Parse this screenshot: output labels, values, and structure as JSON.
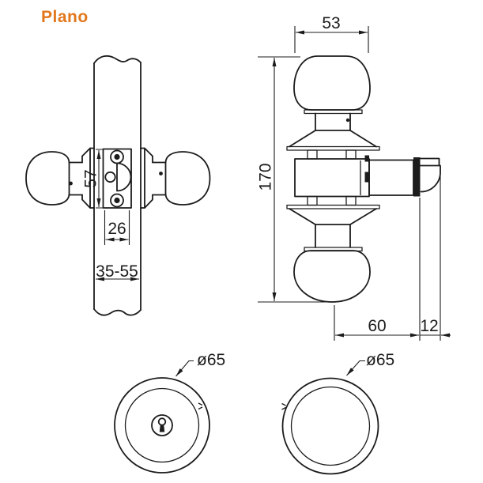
{
  "logo": {
    "text": "Plano",
    "color": "#e2771c"
  },
  "front_view": {
    "label": "front view of knobset mounted through door",
    "dimensions": {
      "plate_height": "57",
      "plate_width": "26",
      "door_thickness_range": "35-55"
    }
  },
  "side_view": {
    "label": "side view of knobset with latch",
    "dimensions": {
      "knob_width": "53",
      "total_height": "170",
      "backset": "60",
      "latch_projection": "12"
    }
  },
  "plan_views": {
    "keyed_knob_diameter": "ø65",
    "plain_knob_diameter": "ø65"
  },
  "colors": {
    "line": "#1c1c1c",
    "accent": "#e2771c",
    "background": "#ffffff"
  }
}
